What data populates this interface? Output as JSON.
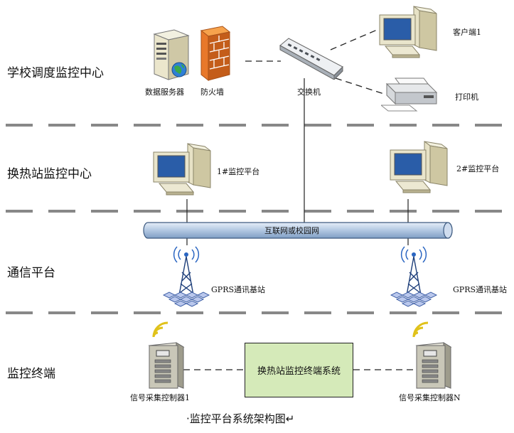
{
  "tiers": {
    "dispatch": "学校调度监控中心",
    "station": "换热站监控中心",
    "comms": "通信平台",
    "terminal": "监控终端"
  },
  "nodes": {
    "data_server": "数据服务器",
    "firewall": "防火墙",
    "switch": "交换机",
    "client": "客户端1",
    "printer": "打印机",
    "platform1": "1#监控平台",
    "platform2": "2#监控平台",
    "network": "互联网或校园网",
    "gprs1": "GPRS通讯基站",
    "gprs2": "GPRS通讯基站",
    "terminal_system": "换热站监控终端系统",
    "controller1": "信号采集控制器1",
    "controllerN": "信号采集控制器N"
  },
  "caption": "·监控平台系统架构图↵"
}
